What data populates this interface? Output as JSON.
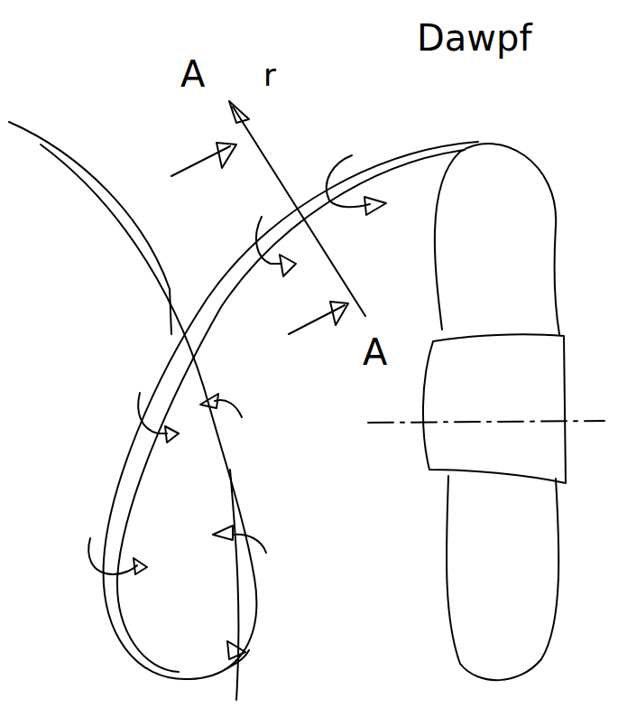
{
  "diagram": {
    "labels": [
      "A",
      "r",
      "A",
      "Dawpf"
    ]
  }
}
